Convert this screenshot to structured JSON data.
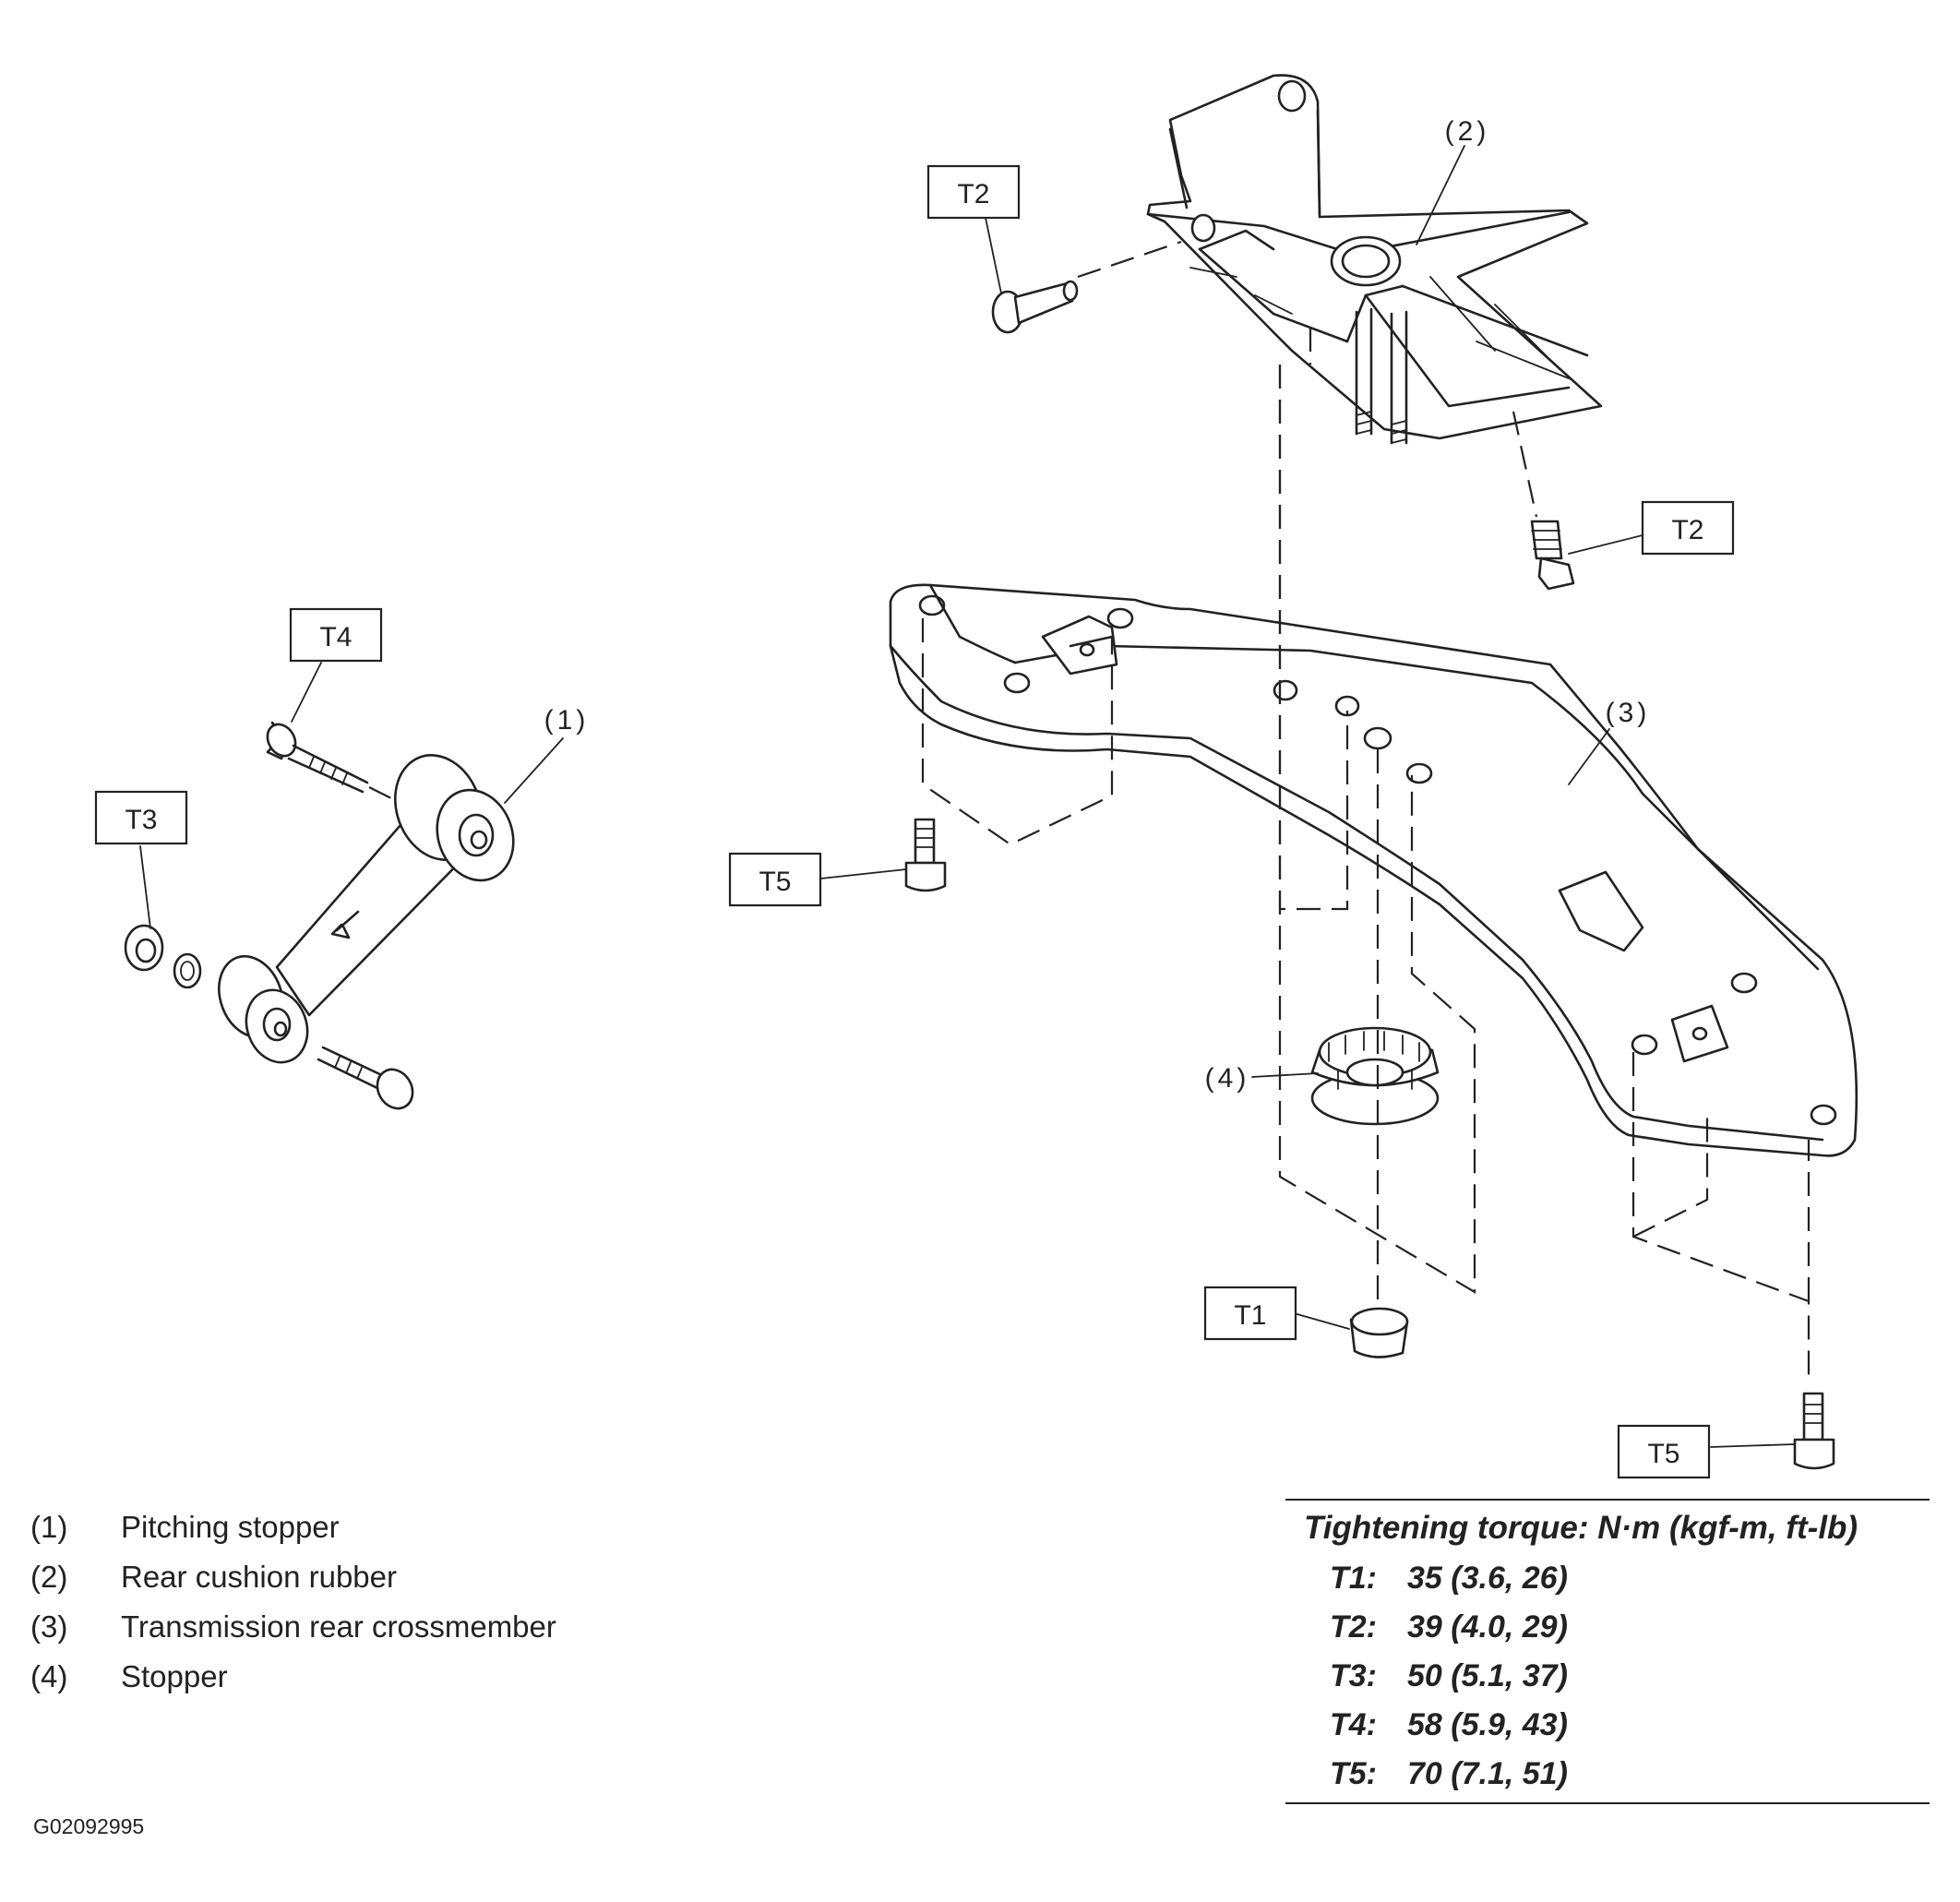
{
  "torque_labels": {
    "t2_top": "T2",
    "t2_right": "T2",
    "t4": "T4",
    "t3": "T3",
    "t5_left": "T5",
    "t1": "T1",
    "t5_right": "T5"
  },
  "callouts": {
    "c1": "(1)",
    "c2": "(2)",
    "c3": "(3)",
    "c4": "(4)"
  },
  "legend": [
    {
      "num": "(1)",
      "label": "Pitching stopper"
    },
    {
      "num": "(2)",
      "label": "Rear cushion rubber"
    },
    {
      "num": "(3)",
      "label": "Transmission rear crossmember"
    },
    {
      "num": "(4)",
      "label": "Stopper"
    }
  ],
  "torque_table": {
    "title": "Tightening torque: N·m (kgf-m, ft-lb)",
    "rows": [
      {
        "key": "T1:",
        "value": "35 (3.6, 26)"
      },
      {
        "key": "T2:",
        "value": "39 (4.0, 29)"
      },
      {
        "key": "T3:",
        "value": "50 (5.1, 37)"
      },
      {
        "key": "T4:",
        "value": "58 (5.9, 43)"
      },
      {
        "key": "T5:",
        "value": "70 (7.1, 51)"
      }
    ]
  },
  "figure_code": "G02092995"
}
